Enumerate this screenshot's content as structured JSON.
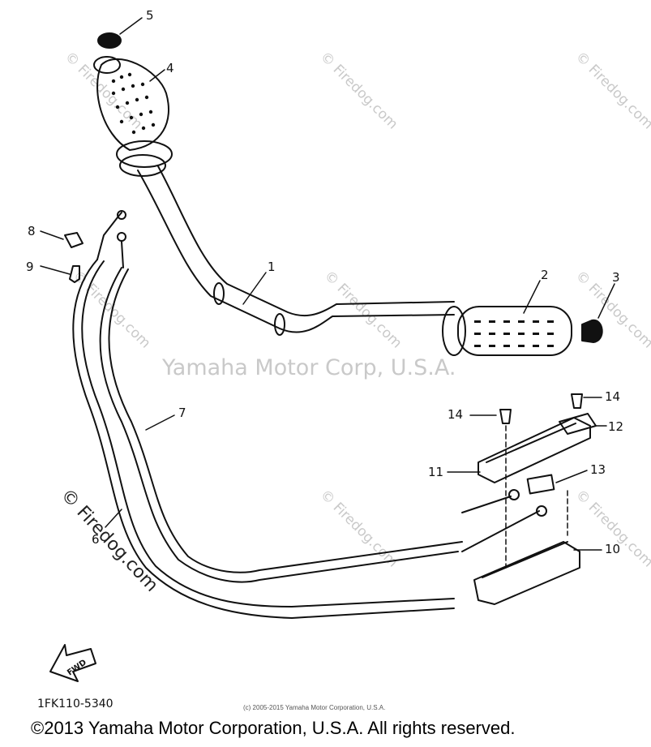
{
  "diagram": {
    "callouts": [
      "1",
      "2",
      "3",
      "4",
      "5",
      "6",
      "7",
      "8",
      "9",
      "10",
      "11",
      "12",
      "13",
      "14",
      "14"
    ],
    "watermark_center": "Yamaha Motor Corp, U.S.A.",
    "watermark_tile": "© Firedog.com",
    "fwd_label": "FWD",
    "part_code": "1FK110-5340",
    "small_copyright": "(c) 2005-2015 Yamaha Motor Corporation, U.S.A.",
    "copyright": "©2013 Yamaha Motor Corporation, U.S.A. All rights reserved."
  }
}
